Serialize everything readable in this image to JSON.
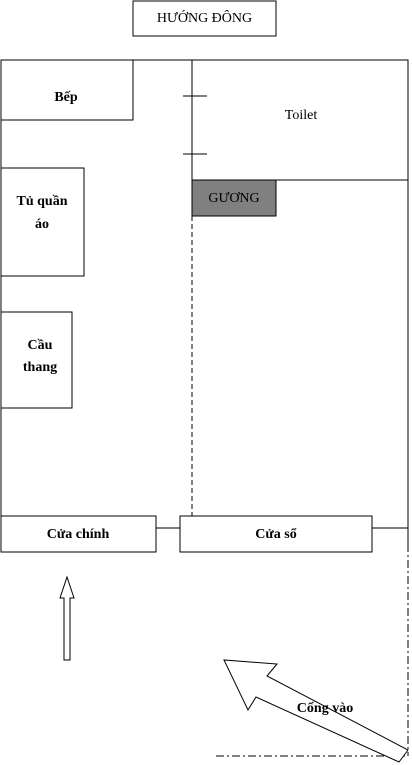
{
  "compass_label": "HƯỚNG ĐÔNG",
  "rooms": {
    "kitchen": "Bếp",
    "toilet": "Toilet",
    "mirror": "GƯƠNG",
    "wardrobe_line1": "Tủ quần",
    "wardrobe_line2": "áo",
    "stairs_line1": "Cầu",
    "stairs_line2": "thang"
  },
  "openings": {
    "main_door": "Cửa chính",
    "window": "Cửa sổ",
    "gate": "Cống vào"
  },
  "colors": {
    "mirror_fill": "#808080",
    "line": "#000000"
  }
}
